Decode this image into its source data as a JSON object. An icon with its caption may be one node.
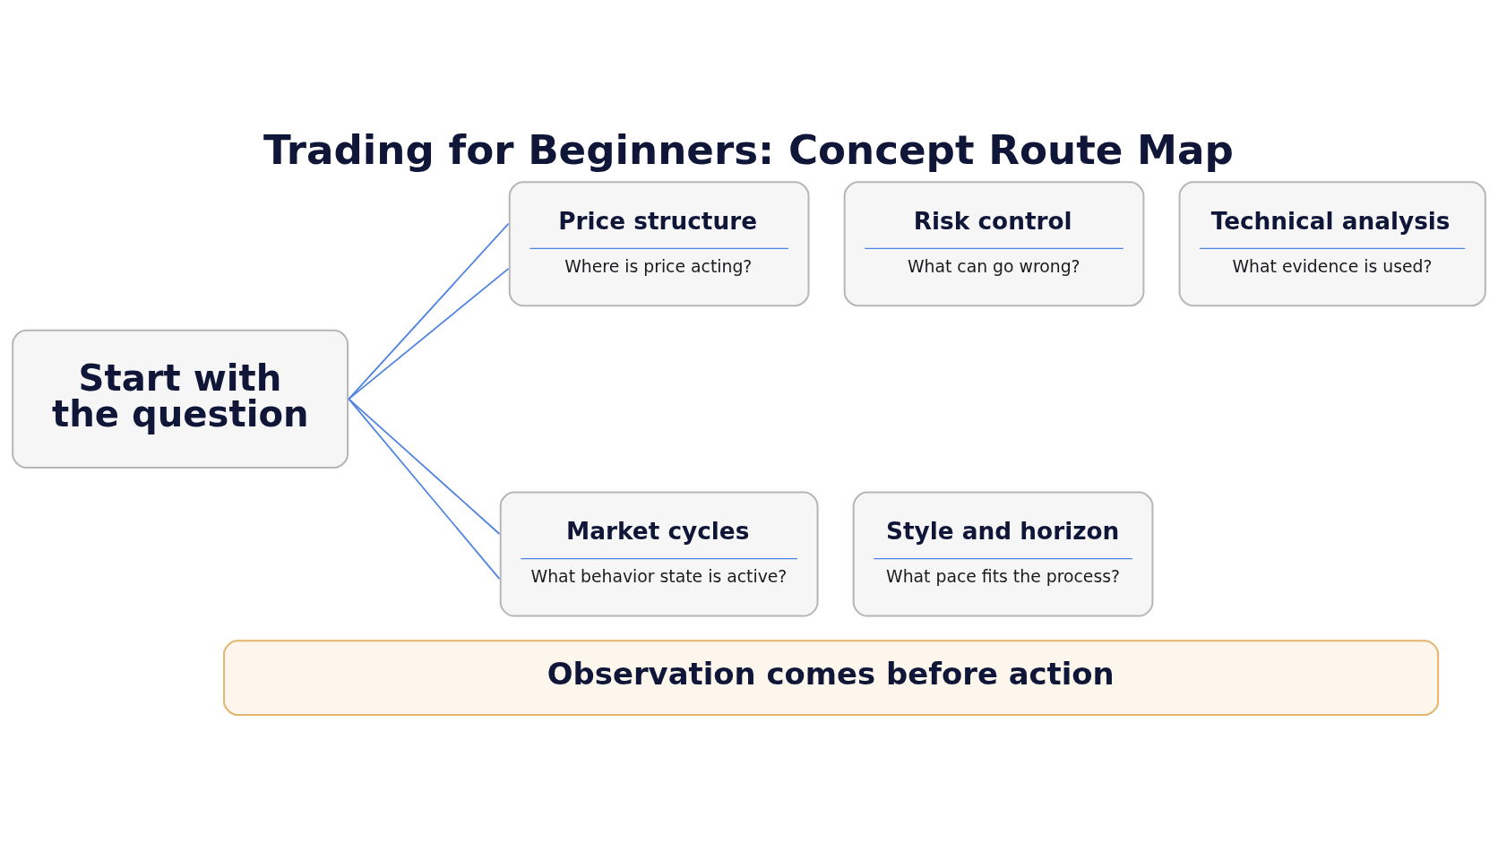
{
  "diagram": {
    "title": "Trading for Beginners: Concept Route Map",
    "nodes": [
      {
        "text": [
          "Start with the question"
        ]
      },
      {
        "text": [
          "Price structure",
          "Where is price acting?"
        ]
      },
      {
        "text": [
          "Risk control",
          "What can go wrong?"
        ]
      },
      {
        "text": [
          "Technical analysis",
          "What evidence is used?"
        ]
      },
      {
        "text": [
          "Market cycles",
          "What behavior state is active?"
        ]
      },
      {
        "text": [
          "Style and horizon",
          "What pace fits the process?"
        ]
      },
      {
        "text": [
          "Observation comes before action"
        ]
      }
    ],
    "edges": [
      {
        "from": 0,
        "to": 1,
        "arrow": "none"
      },
      {
        "from": 0,
        "to": 1,
        "arrow": "none"
      },
      {
        "from": 0,
        "to": 4,
        "arrow": "none"
      },
      {
        "from": 0,
        "to": 4,
        "arrow": "none"
      }
    ]
  }
}
